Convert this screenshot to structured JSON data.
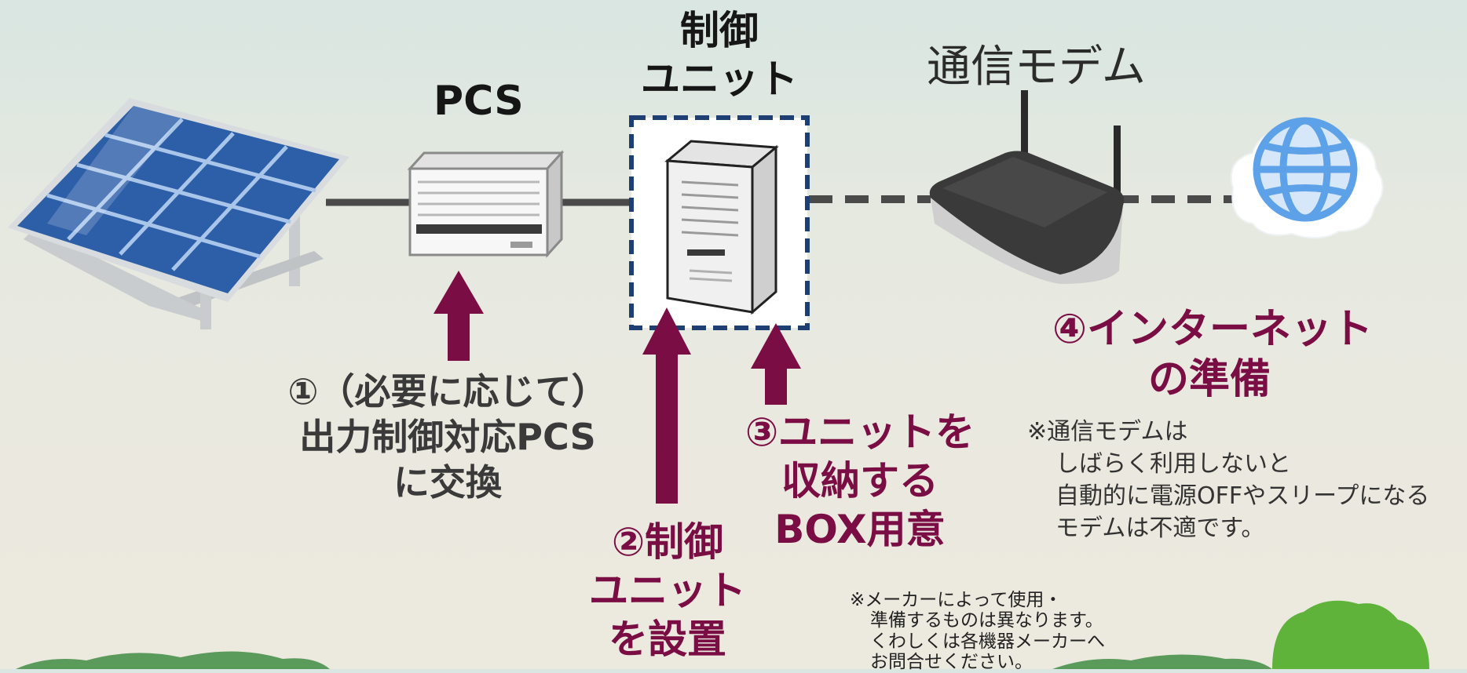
{
  "labels": {
    "pcs": "PCS",
    "control_unit": [
      "制御",
      "ユニット"
    ],
    "modem": "通信モデム"
  },
  "steps": {
    "step1": [
      "①（必要に応じて）",
      "出力制御対応PCS",
      "に交換"
    ],
    "step2": [
      "②制御",
      "ユニット",
      "を設置"
    ],
    "step3": [
      "③ユニットを",
      "収納する",
      "BOX用意"
    ],
    "step4": [
      "④インターネット",
      "の準備"
    ]
  },
  "notes": {
    "modem_note": [
      "※通信モデムは",
      "しばらく利用しないと",
      "自動的に電源OFFやスリープになる",
      "モデムは不適です。"
    ],
    "maker_note": [
      "※メーカーによって使用・",
      "準備するものは異なります。",
      "くわしくは各機器メーカーへ",
      "お問合せください。"
    ]
  },
  "colors": {
    "accent": "#7a0d44",
    "unit_border": "#1e3f73",
    "line": "#4a4a4a",
    "text_grey": "#3a3a3a"
  },
  "icons": [
    "solar-panel-icon",
    "pcs-icon",
    "server-tower-icon",
    "router-icon",
    "globe-icon",
    "bush-icon"
  ]
}
